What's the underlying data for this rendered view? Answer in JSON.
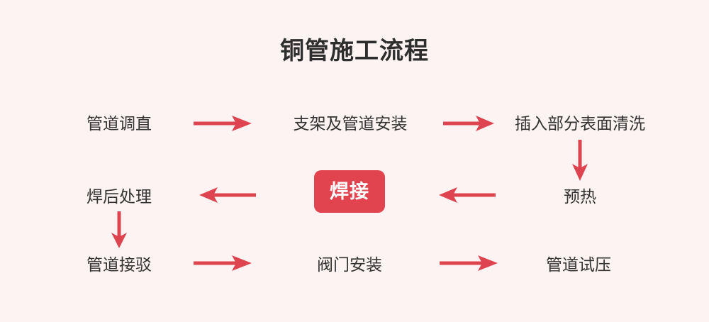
{
  "page": {
    "title": "铜管施工流程",
    "background_color": "#fdf3f2",
    "text_color": "#333333",
    "accent_color": "#e1444f"
  },
  "chart_data": {
    "type": "diagram",
    "title": "铜管施工流程",
    "layout": "serpentine-grid-3x3",
    "nodes": [
      {
        "id": "n1",
        "label": "管道调直",
        "row": 1,
        "col": 1,
        "highlight": false
      },
      {
        "id": "n2",
        "label": "支架及管道安装",
        "row": 1,
        "col": 2,
        "highlight": false
      },
      {
        "id": "n3",
        "label": "插入部分表面清洗",
        "row": 1,
        "col": 3,
        "highlight": false
      },
      {
        "id": "n4",
        "label": "预热",
        "row": 2,
        "col": 3,
        "highlight": false
      },
      {
        "id": "n5",
        "label": "焊接",
        "row": 2,
        "col": 2,
        "highlight": true
      },
      {
        "id": "n6",
        "label": "焊后处理",
        "row": 2,
        "col": 1,
        "highlight": false
      },
      {
        "id": "n7",
        "label": "管道接驳",
        "row": 3,
        "col": 1,
        "highlight": false
      },
      {
        "id": "n8",
        "label": "阀门安装",
        "row": 3,
        "col": 2,
        "highlight": false
      },
      {
        "id": "n9",
        "label": "管道试压",
        "row": 3,
        "col": 3,
        "highlight": false
      }
    ],
    "edges": [
      {
        "from": "n1",
        "to": "n2",
        "direction": "right"
      },
      {
        "from": "n2",
        "to": "n3",
        "direction": "right"
      },
      {
        "from": "n3",
        "to": "n4",
        "direction": "down"
      },
      {
        "from": "n4",
        "to": "n5",
        "direction": "left"
      },
      {
        "from": "n5",
        "to": "n6",
        "direction": "left"
      },
      {
        "from": "n6",
        "to": "n7",
        "direction": "down"
      },
      {
        "from": "n7",
        "to": "n8",
        "direction": "right"
      },
      {
        "from": "n8",
        "to": "n9",
        "direction": "right"
      }
    ]
  }
}
